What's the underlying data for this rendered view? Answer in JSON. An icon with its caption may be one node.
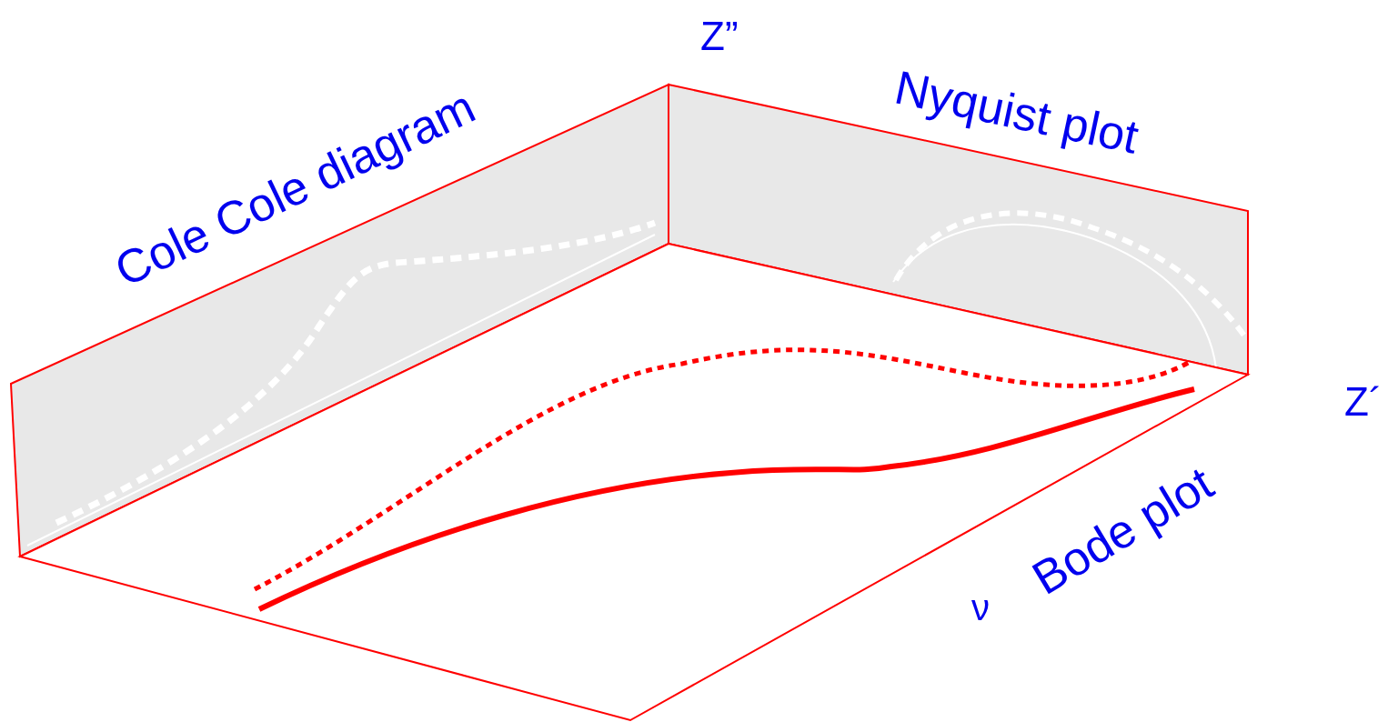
{
  "diagram": {
    "labels": [
      "Z”",
      "Cole Cole diagram",
      "Nyquist plot",
      "Z´",
      "Bode plot",
      "ν"
    ]
  }
}
